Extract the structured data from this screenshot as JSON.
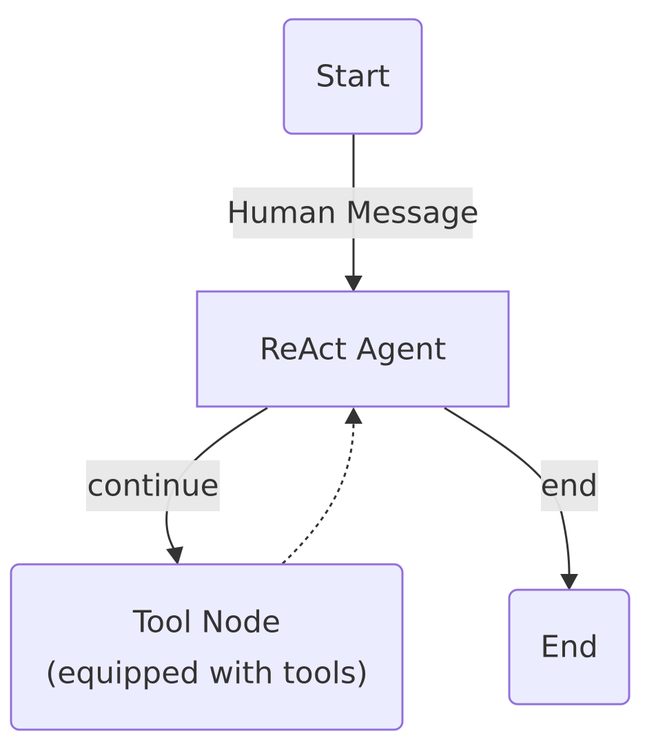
{
  "diagram": {
    "nodes": {
      "start": {
        "label": "Start"
      },
      "agent": {
        "label": "ReAct Agent"
      },
      "tool": {
        "label_line1": "Tool Node",
        "label_line2": "(equipped with tools)"
      },
      "end": {
        "label": "End"
      }
    },
    "edges": {
      "start_to_agent": {
        "label": "Human Message"
      },
      "agent_to_tool": {
        "label": "continue"
      },
      "tool_to_agent": {
        "label": ""
      },
      "agent_to_end": {
        "label": "end"
      }
    },
    "colors": {
      "node_fill": "#ECECFF",
      "node_stroke": "#9370DB",
      "edge": "#333333",
      "label_bg": "#E8E8E8",
      "text": "#333333"
    }
  }
}
